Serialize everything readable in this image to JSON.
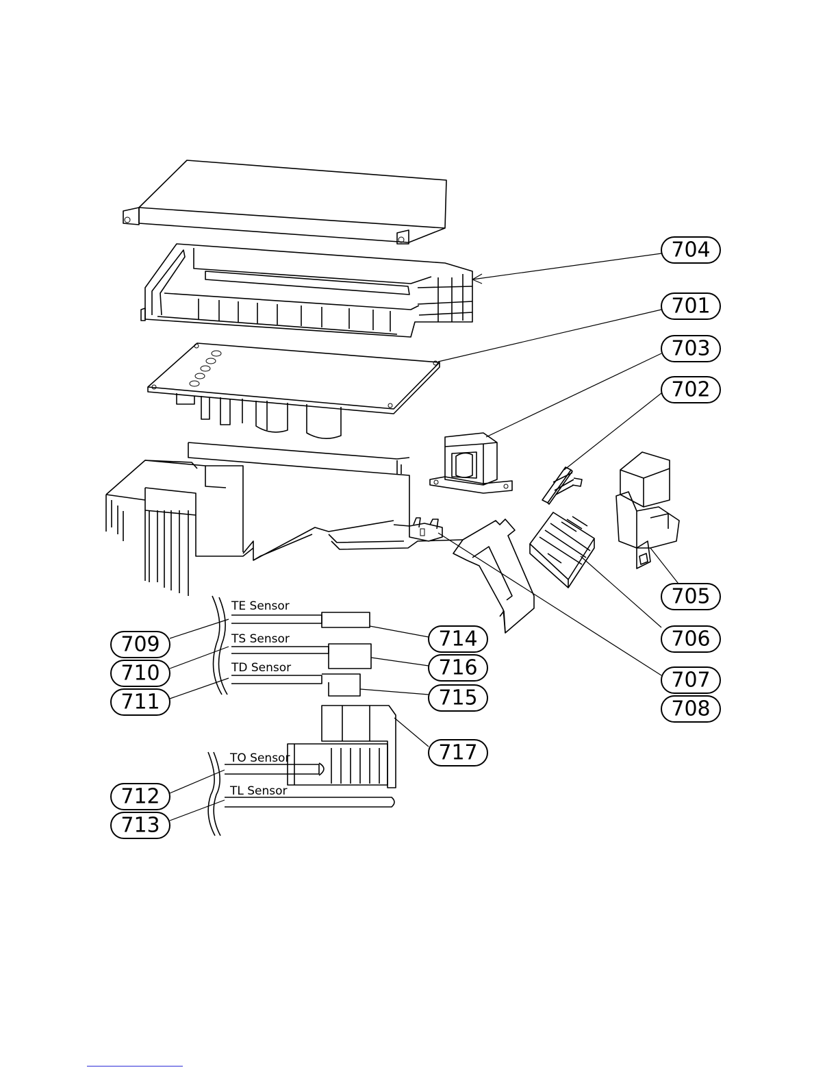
{
  "callouts": [
    {
      "id": "704",
      "label": "704"
    },
    {
      "id": "701",
      "label": "701"
    },
    {
      "id": "703",
      "label": "703"
    },
    {
      "id": "702",
      "label": "702"
    },
    {
      "id": "705",
      "label": "705"
    },
    {
      "id": "706",
      "label": "706"
    },
    {
      "id": "707",
      "label": "707"
    },
    {
      "id": "708",
      "label": "708"
    },
    {
      "id": "709",
      "label": "709"
    },
    {
      "id": "710",
      "label": "710"
    },
    {
      "id": "711",
      "label": "711"
    },
    {
      "id": "712",
      "label": "712"
    },
    {
      "id": "713",
      "label": "713"
    },
    {
      "id": "714",
      "label": "714"
    },
    {
      "id": "715",
      "label": "715"
    },
    {
      "id": "716",
      "label": "716"
    },
    {
      "id": "717",
      "label": "717"
    }
  ],
  "sensors": {
    "te": "TE Sensor",
    "ts": "TS Sensor",
    "td": "TD Sensor",
    "to": "TO Sensor",
    "tl": "TL Sensor"
  }
}
